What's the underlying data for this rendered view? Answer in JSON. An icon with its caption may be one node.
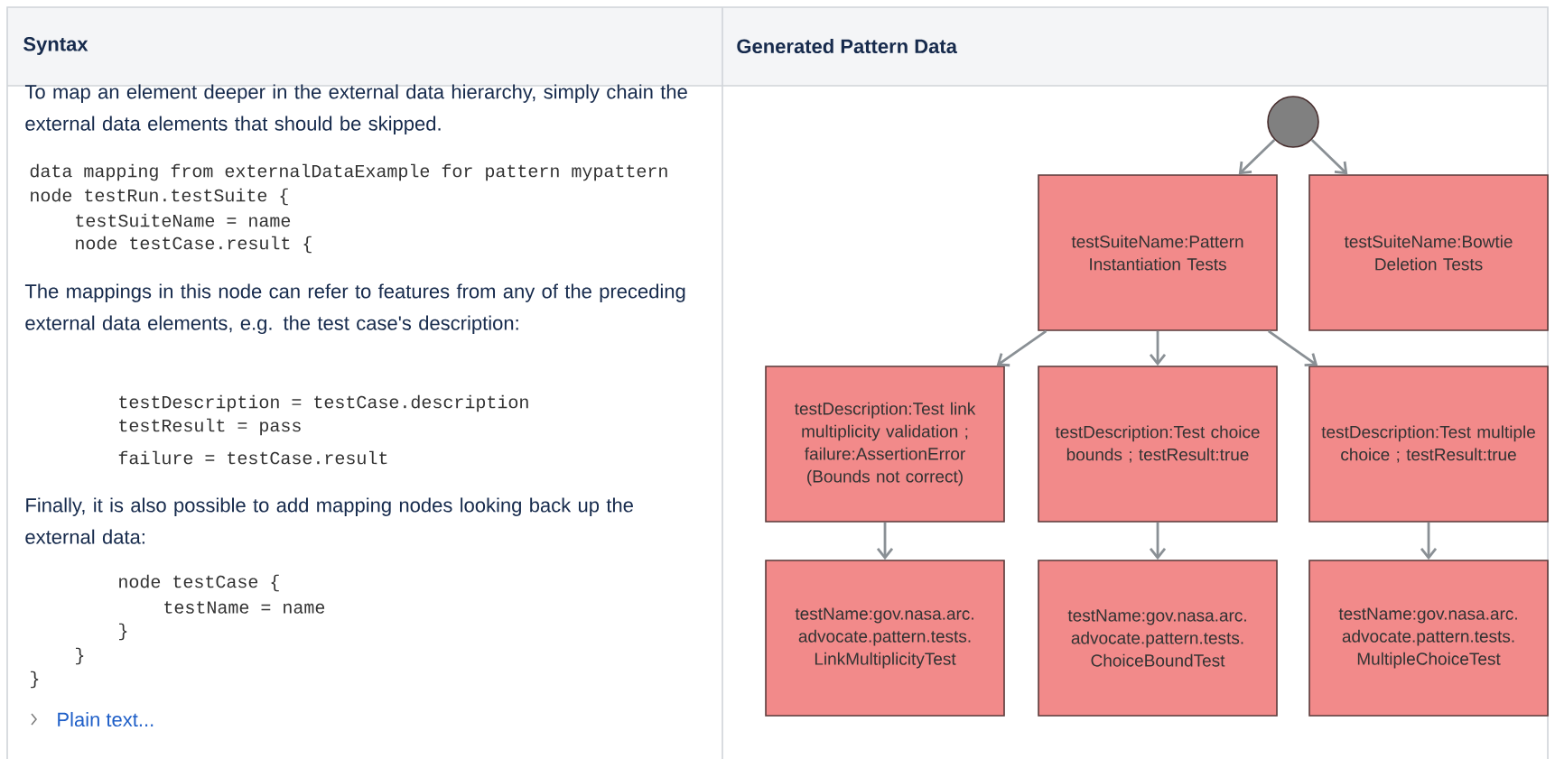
{
  "diagram": {
    "nodes": [
      {
        "text": [],
        "shape": "circle"
      },
      {
        "text": [
          "testSuiteName:Pattern Instantiation Tests"
        ]
      },
      {
        "text": [
          "testSuiteName:Bowtie Deletion Tests"
        ]
      },
      {
        "text": [
          "testDescription:Test link multiplicity validation ; failure:AssertionError (Bounds not correct)"
        ]
      },
      {
        "text": [
          "testDescription:Test choice bounds ; testResult:true"
        ]
      },
      {
        "text": [
          "testDescription:Test multiple choice ; testResult:true"
        ]
      },
      {
        "text": [
          "testName:gov.nasa.arc. advocate.pattern.tests. LinkMultiplicityTest"
        ]
      },
      {
        "text": [
          "testName:gov.nasa.arc. advocate.pattern.tests. ChoiceBoundTest"
        ]
      },
      {
        "text": [
          "testName:gov.nasa.arc. advocate.pattern.tests. MultipleChoiceTest"
        ]
      }
    ],
    "edges": [
      {
        "from": 0,
        "to": 1,
        "arrow": "to"
      },
      {
        "from": 0,
        "to": 2,
        "arrow": "to"
      },
      {
        "from": 1,
        "to": 3,
        "arrow": "to"
      },
      {
        "from": 1,
        "to": 4,
        "arrow": "to"
      },
      {
        "from": 1,
        "to": 5,
        "arrow": "to"
      },
      {
        "from": 3,
        "to": 6,
        "arrow": "to"
      },
      {
        "from": 4,
        "to": 7,
        "arrow": "to"
      },
      {
        "from": 5,
        "to": 8,
        "arrow": "to"
      }
    ],
    "labels": [
      "Syntax",
      "Generated Pattern Data",
      "To map an element deeper in the external data hierarchy, simply chain the external data elements that should be skipped.",
      "data mapping from externalDataExample for pattern mypattern",
      "node testRun.testSuite {",
      "testSuiteName = name",
      "node testCase.result {",
      "The mappings in this node can refer to features from any of the preceding external data elements, e.g. the test case's description:",
      "testDescription = testCase.description",
      "testResult = pass",
      "failure = testCase.result",
      "Finally, it is also possible to add mapping nodes looking back up the external data:",
      "node testCase {",
      "testName = name",
      "}",
      "}",
      "}",
      "Plain text..."
    ]
  }
}
